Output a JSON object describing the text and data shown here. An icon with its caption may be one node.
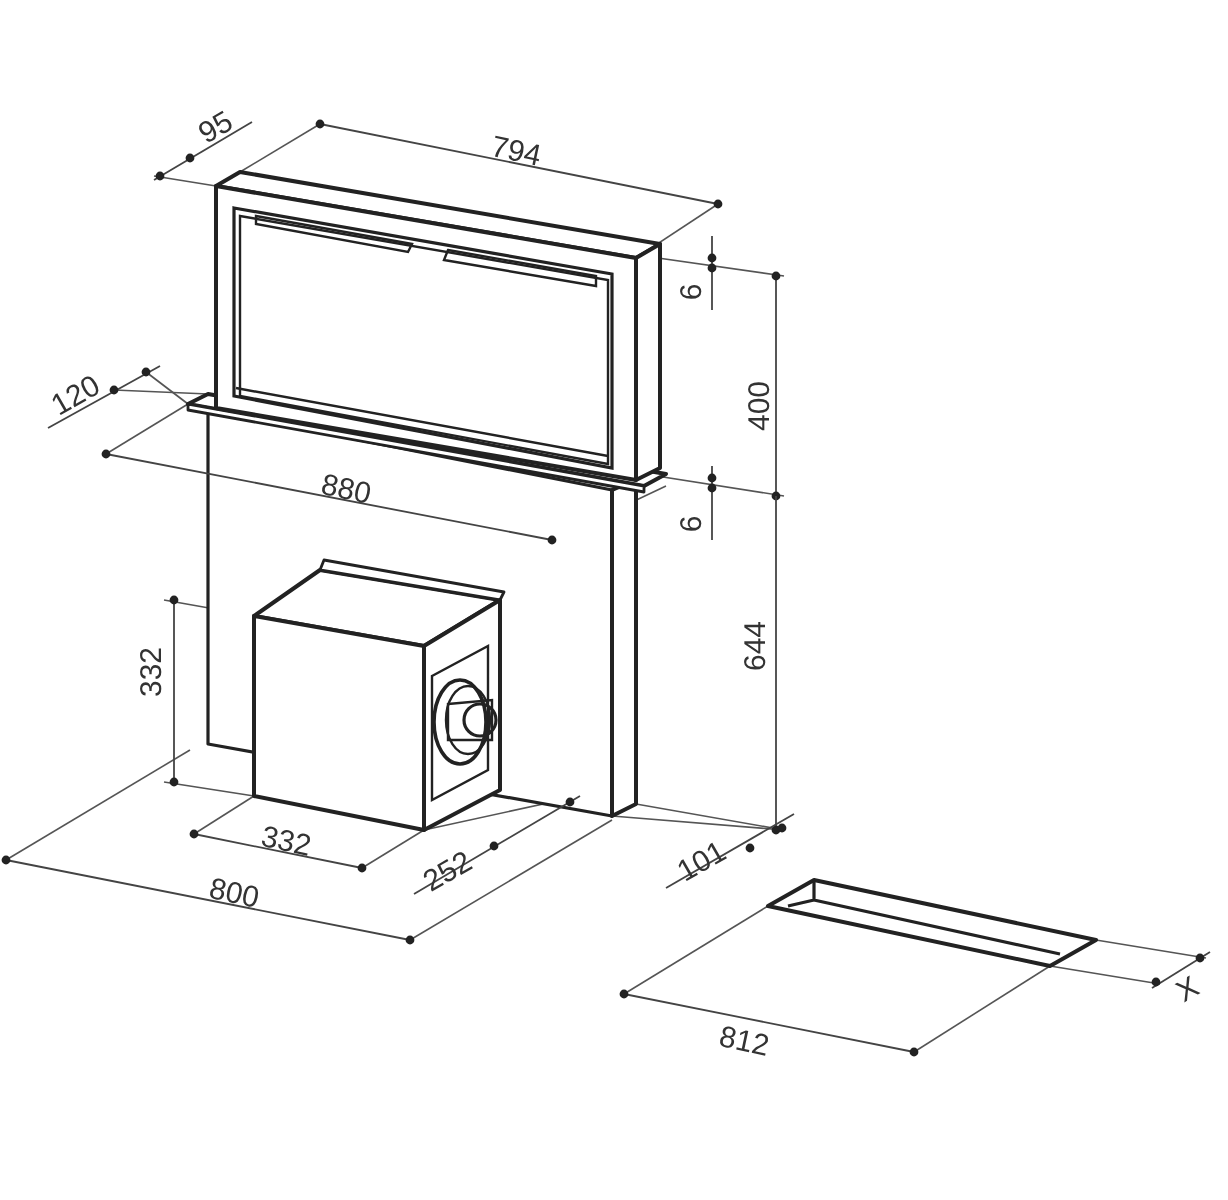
{
  "diagram": {
    "labels": [
      "95",
      "794",
      "6",
      "120",
      "400",
      "880",
      "6",
      "332",
      "644",
      "332",
      "252",
      "101",
      "800",
      "812",
      "X"
    ]
  }
}
